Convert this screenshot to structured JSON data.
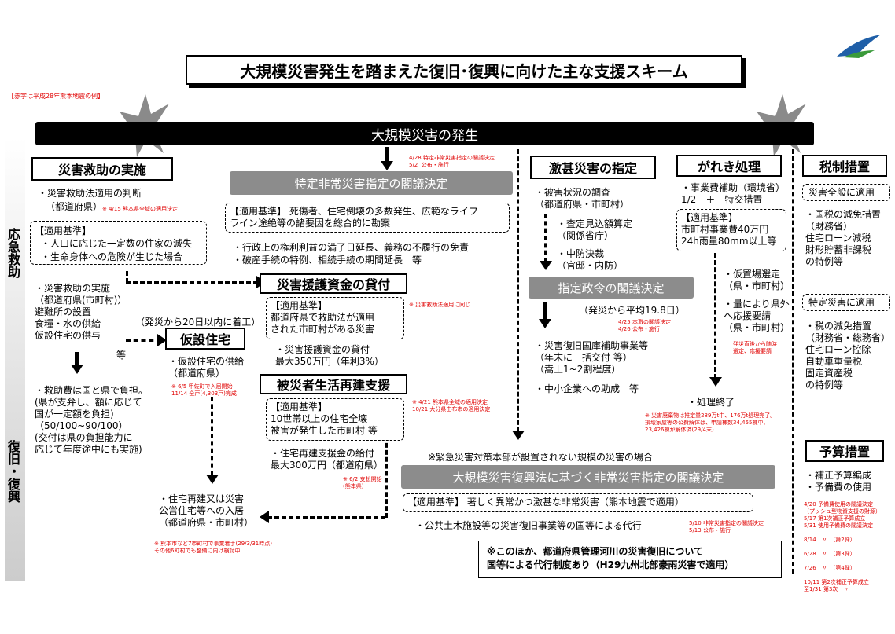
{
  "title": "大規模災害発生を踏まえた復旧･復興に向けた主な支援スキーム",
  "note_red": "【赤字は平成28年熊本地震の例】",
  "banner": "大規模災害の発生",
  "phase_emergency": "応急救助",
  "phase_recovery": "復旧・復興",
  "col1": {
    "header": "災害救助の実施",
    "l1": "・災害救助法適用の判断",
    "l2": "（都道府県）",
    "r1": "※ 4/15 熊本県全域の適用決定",
    "box_title": "【適用基準】",
    "box_l1": "・人口に応じた一定数の住家の滅失",
    "box_l2": "・生命身体への危険が生じた場合",
    "impl": "・災害救助の実施\n（都道府県(市町村)）\n避難所の設置\n食糧・水の供給\n仮設住宅の供与",
    "etc": "等",
    "cost": "・救助費は国と県で負担。\n(県が支弁し、額に応じて\n国が一定額を負担)\n（50/100~90/100）\n(交付は県の負担能力に\n応じて年度途中にも実施)"
  },
  "temp_housing": {
    "header": "仮設住宅",
    "note": "（発災から20日以内に着工）",
    "l1": "・仮設住宅の供給\n（都道府県）",
    "r1": "※ 6/5 甲佐町で入居開始\n11/14 全戸(4,303戸)完成"
  },
  "rebuild": {
    "text": "・住宅再建又は災害\n公営住宅等への入居\n（都道府県・市町村）",
    "r1": "※ 熊本市など7市町村で事業着手(29/3/31時点)\nその他6町村でも整備に向け検討中"
  },
  "col2": {
    "r_top": "4/28 特定非常災害指定の閣議決定\n5/2  公布・施行",
    "header": "特定非常災害指定の閣議決定",
    "box": "【適用基準】 死傷者、住宅倒壊の多数発生、広範なライフ\nライン途絶等の諸要因を総合的に勘案",
    "l1": "・行政上の権利利益の満了日延長、義務の不履行の免責",
    "l2": "・破産手続の特例、相続手続の期間延長　等"
  },
  "loan": {
    "header": "災害援護資金の貸付",
    "box": "【適用基準】\n都道府県で救助法が適用\nされた市町村がある災害",
    "r1": "※ 災害救助法適用に同じ",
    "l1": "・災害援護資金の貸付\n最大350万円（年利3%）"
  },
  "victim": {
    "header": "被災者生活再建支援",
    "box": "【適用基準】\n10世帯以上の住宅全壊\n被害が発生した市町村 等",
    "r1": "※ 4/21 熊本県全域の適用決定\n10/21 大分県由布市の適用決定",
    "l1": "・住宅再建支援金の給付\n最大300万円（都道府県）",
    "r2": "※ 6/2 支払開始\n(熊本県)"
  },
  "severe": {
    "header": "激甚災害の指定",
    "l1": "・被害状況の調査\n（都道府県・市町村）",
    "l2": "・査定見込額算定\n（関係省庁）",
    "l3": "・中防決裁\n（官邸・内防）",
    "decision": "指定政令の閣議決定",
    "avg": "（発災から平均19.8日）",
    "r1": "4/25 本激の閣議決定\n4/26 公布・施行",
    "l4": "・災害復旧国庫補助事業等\n（年末に一括交付 等）\n（嵩上1~2割程度）",
    "l5": "・中小企業への助成　等"
  },
  "debris": {
    "header": "がれき処理",
    "l1": "・事業費補助（環境省）\n1/2　＋　特交措置",
    "box": "【適用基準】\n市町村事業費40万円\n24h雨量80mm以上等",
    "l2": "・仮置場選定\n（県・市町村）",
    "l3": "・量により県外\nへ応援要請\n（県・市町村）",
    "r1": "発災直後から随時\n選定、応援要請",
    "end": "・処理終了",
    "r2": "※ 災害廃棄物は推定量289万t中、176万t処理完了。\n損壊家屋等の公費解体は、申請棟数34,455棟中、\n23,426棟が解体済(29/4末)"
  },
  "special": {
    "note": "※緊急災害対策本部が設置されない規模の災害の場合",
    "header": "大規模災害復興法に基づく非常災害指定の閣議決定",
    "box": "【適用基準】 著しく異常かつ激甚な非常災害（熊本地震で適用）",
    "l1": "・公共土木施設等の災害復旧事業等の国等による代行",
    "r1": "5/10 非常災害指定の閣議決定\n5/13 公布・施行"
  },
  "river": "※このほか、都道府県管理河川の災害復旧について\n国等による代行制度あり（H29九州北部豪雨災害で適用）",
  "tax": {
    "header": "税制措置",
    "all_label": "災害全般に適用",
    "all_text": "・国税の減免措置\n（財務省）\n住宅ローン減税\n財形貯蓄非課税\nの特例等",
    "sp_label": "特定災害に適用",
    "sp_text": "・税の減免措置\n（財務省・総務省）\n住宅ローン控除\n自動車重量税\n固定資産税\nの特例等"
  },
  "budget": {
    "header": "予算措置",
    "l1": "・補正予算編成\n・予備費の使用",
    "r1": "4/20 予備費使用の閣議決定\n（プッシュ型物資支援の財源）\n5/17 第1次補正予算成立\n5/31 使用予備費の閣議決定\n\n8/14　〃　（第2弾）\n\n6/28　〃　（第3弾）\n\n7/26　〃　（第4弾）\n\n10/11 第2次補正予算成立\n至1/31 第3次　〃"
  },
  "colors": {
    "red": "#e00000",
    "gray": "#8c8c8c",
    "logo_blue": "#1f5fa8",
    "logo_green": "#3a9a3a"
  },
  "icons": [
    "logo-icon",
    "explosion-icon"
  ]
}
